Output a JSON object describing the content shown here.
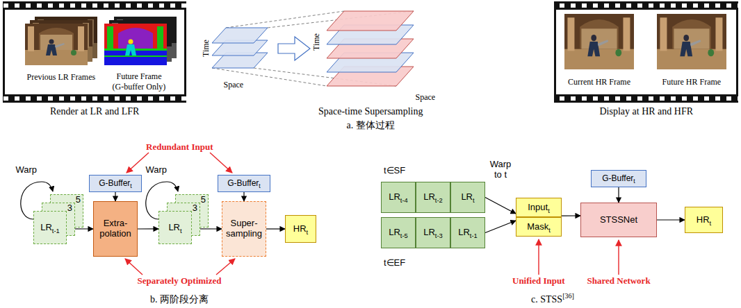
{
  "diagram": {
    "nodes": [
      {
        "text": [
          "5"
        ]
      },
      {
        "text": [
          "3"
        ]
      },
      {
        "text": [
          "LRt-1"
        ]
      },
      {
        "text": [
          "G-Buffert"
        ]
      },
      {
        "text": [
          "Extra- polation"
        ]
      },
      {
        "text": [
          "5"
        ]
      },
      {
        "text": [
          "3"
        ]
      },
      {
        "text": [
          "LRt"
        ]
      },
      {
        "text": [
          "G-Buffert"
        ]
      },
      {
        "text": [
          "Super- sampling"
        ]
      },
      {
        "text": [
          "HRt"
        ]
      },
      {
        "text": [
          "LRt-4"
        ]
      },
      {
        "text": [
          "LRt-2"
        ]
      },
      {
        "text": [
          "LRt"
        ]
      },
      {
        "text": [
          "LRt-5"
        ]
      },
      {
        "text": [
          "LRt-3"
        ]
      },
      {
        "text": [
          "LRt-1"
        ]
      },
      {
        "text": [
          "Inputt"
        ]
      },
      {
        "text": [
          "Maskt"
        ]
      },
      {
        "text": [
          "G-Buffert"
        ]
      },
      {
        "text": [
          "STSSNet"
        ]
      },
      {
        "text": [
          "HRt"
        ]
      }
    ],
    "edges": [
      {
        "from": 2,
        "to": 4,
        "arrow": "to"
      },
      {
        "from": 3,
        "to": 4,
        "arrow": "to"
      },
      {
        "from": 4,
        "to": 7,
        "arrow": "to"
      },
      {
        "from": 7,
        "to": 9,
        "arrow": "to"
      },
      {
        "from": 8,
        "to": 9,
        "arrow": "to"
      },
      {
        "from": 9,
        "to": 10,
        "arrow": "to"
      },
      {
        "from": 13,
        "to": 17,
        "arrow": "to"
      },
      {
        "from": 16,
        "to": 18,
        "arrow": "to"
      },
      {
        "from": 17,
        "to": 20,
        "arrow": "to"
      },
      {
        "from": 19,
        "to": 20,
        "arrow": "to"
      },
      {
        "from": 20,
        "to": 21,
        "arrow": "to"
      }
    ],
    "labels": [
      "Previous LR Frames",
      "Future Frame (G-buffer Only)",
      "Current HR Frame",
      "Future HR Frame",
      "Time",
      "Space",
      "Time",
      "Space",
      "Render at LR and LFR",
      "Space-time Supersampling",
      "Display at HR and HFR",
      "a. 整体过程",
      "Redundant Input",
      "Warp",
      "Warp",
      "Separately Optimized",
      "b. 两阶段分离",
      "t∈SF",
      "Warp to t",
      "t∈EF",
      "Unified Input",
      "Shared Network",
      "c. STSS[36]"
    ]
  }
}
